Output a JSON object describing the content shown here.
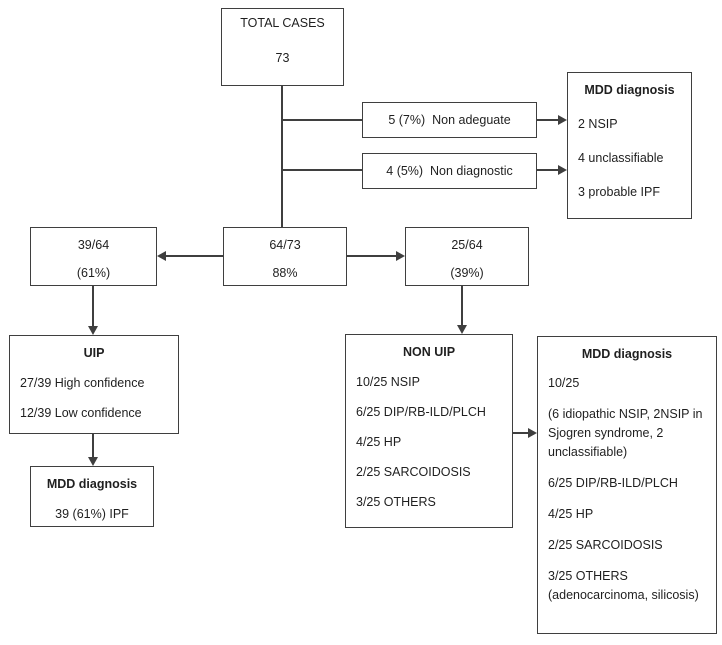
{
  "colors": {
    "border": "#3f3f3f",
    "line": "#3f3f3f",
    "text": "#1f1f1f",
    "background": "#ffffff"
  },
  "flow": {
    "total": {
      "title": "TOTAL CASES",
      "value": "73"
    },
    "non_adequate_label": "5 (7%)  Non adeguate",
    "non_diagnostic_label": "4 (5%)  Non diagnostic",
    "mdd_excluded": {
      "title": "MDD diagnosis",
      "items": [
        "2 NSIP",
        "4 unclassifiable",
        "3 probable IPF"
      ]
    },
    "uip_ratio": {
      "value": "39/64",
      "percent": "(61%)"
    },
    "adequate_ratio": {
      "value": "64/73",
      "percent": "88%"
    },
    "non_uip_ratio": {
      "value": "25/64",
      "percent": "(39%)"
    },
    "uip": {
      "title": "UIP",
      "items": [
        "27/39 High confidence",
        "12/39 Low confidence"
      ]
    },
    "mdd_uip": {
      "title": "MDD diagnosis",
      "items": [
        "39 (61%) IPF"
      ]
    },
    "non_uip": {
      "title": "NON UIP",
      "items": [
        "10/25 NSIP",
        "6/25 DIP/RB-ILD/PLCH",
        "4/25 HP",
        "2/25 SARCOIDOSIS",
        "3/25 OTHERS"
      ]
    },
    "mdd_non_uip": {
      "title": "MDD diagnosis",
      "items": [
        "10/25",
        "(6 idiopathic NSIP, 2NSIP in Sjogren syndrome, 2 unclassifiable)",
        "6/25 DIP/RB-ILD/PLCH",
        "4/25 HP",
        "2/25 SARCOIDOSIS",
        "3/25 OTHERS (adenocarcinoma, silicosis)"
      ]
    }
  }
}
